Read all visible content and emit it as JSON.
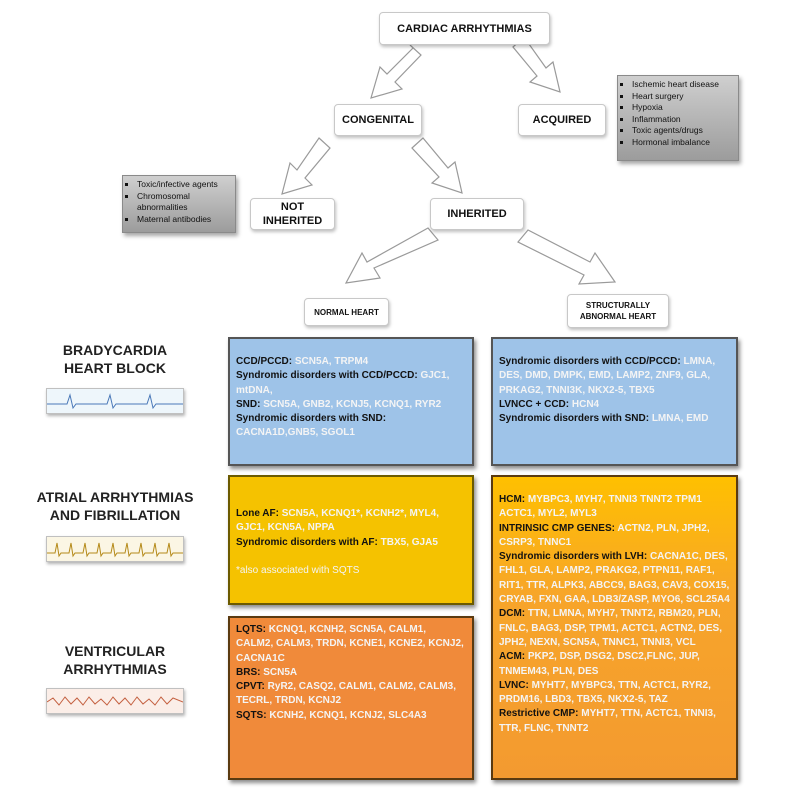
{
  "nodes": {
    "root": "CARDIAC ARRHYTHMIAS",
    "congenital": "CONGENITAL",
    "acquired": "ACQUIRED",
    "not_inherited_1": "NOT",
    "not_inherited_2": "INHERITED",
    "inherited": "INHERITED",
    "normal_heart": "NORMAL HEART",
    "abnormal_heart_1": "STRUCTURALLY",
    "abnormal_heart_2": "ABNORMAL HEART"
  },
  "acquired_causes": [
    "Ischemic heart disease",
    "Heart surgery",
    "Hypoxia",
    "Inflammation",
    "Toxic agents/drugs",
    "Hormonal imbalance"
  ],
  "not_inherited_causes": [
    "Toxic/infective agents",
    "Chromosomal abnormalities",
    "Maternal antibodies"
  ],
  "rows": {
    "brady_1": "BRADYCARDIA",
    "brady_2": "HEART BLOCK",
    "atrial_1": "ATRIAL ARRHYTHMIAS",
    "atrial_2": "AND FIBRILLATION",
    "vent_1": "VENTRICULAR",
    "vent_2": "ARRHYTHMIAS"
  },
  "panels": {
    "brady_normal": [
      {
        "label": "CCD/PCCD: ",
        "genes": "SCN5A, TRPM4"
      },
      {
        "label": "Syndromic disorders with CCD/PCCD: ",
        "genes": "GJC1, mtDNA,"
      },
      {
        "label": "SND: ",
        "genes": "SCN5A, GNB2, KCNJ5, KCNQ1, RYR2"
      },
      {
        "label": "Syndromic disorders with SND: ",
        "genes": "CACNA1D,GNB5, SGOL1"
      }
    ],
    "brady_abnormal": [
      {
        "label": "Syndromic disorders with CCD/PCCD: ",
        "genes": "LMNA, DES, DMD, DMPK, EMD, LAMP2, ZNF9, GLA, PRKAG2, TNNI3K, NKX2-5, TBX5"
      },
      {
        "label": "LVNCC + CCD: ",
        "genes": "HCN4"
      },
      {
        "label": "Syndromic disorders with SND: ",
        "genes": "LMNA, EMD"
      }
    ],
    "atrial_normal": [
      {
        "label": "Lone AF: ",
        "genes": "SCN5A, KCNQ1*, KCNH2*, MYL4, GJC1, KCN5A, NPPA"
      },
      {
        "label": "Syndromic disorders with AF: ",
        "genes": "TBX5, GJA5"
      }
    ],
    "atrial_note": "*also associated with SQTS",
    "vent_normal": [
      {
        "label": "LQTS: ",
        "genes": "KCNQ1, KCNH2, SCN5A, CALM1, CALM2, CALM3, TRDN, KCNE1, KCNE2, KCNJ2, CACNA1C"
      },
      {
        "label": "BRS: ",
        "genes": "SCN5A"
      },
      {
        "label": "CPVT: ",
        "genes": "RyR2, CASQ2, CALM1, CALM2, CALM3, TECRL, TRDN, KCNJ2"
      },
      {
        "label": "SQTS: ",
        "genes": "KCNH2, KCNQ1, KCNJ2, SLC4A3"
      }
    ],
    "abnormal_big": [
      {
        "label": "HCM: ",
        "genes": "MYBPC3, MYH7, TNNI3 TNNT2 TPM1 ACTC1, MYL2, MYL3"
      },
      {
        "label": "INTRINSIC CMP GENES: ",
        "genes": "ACTN2, PLN, JPH2, CSRP3, TNNC1"
      },
      {
        "label": "Syndromic disorders with LVH: ",
        "genes": "CACNA1C, DES, FHL1, GLA, LAMP2, PRAKG2, PTPN11, RAF1, RIT1, TTR, ALPK3, ABCC9, BAG3, CAV3, COX15, CRYAB, FXN, GAA, LDB3/ZASP, MYO6, SCL25A4"
      },
      {
        "label": "DCM: ",
        "genes": "TTN, LMNA, MYH7, TNNT2, RBM20, PLN, FNLC, BAG3, DSP, TPM1, ACTC1, ACTN2, DES, JPH2, NEXN, SCN5A, TNNC1, TNNI3, VCL"
      },
      {
        "label": "ACM: ",
        "genes": "PKP2, DSP, DSG2, DSC2,FLNC, JUP, TNMEM43, PLN, DES"
      },
      {
        "label": "LVNC: ",
        "genes": "MYHT7, MYBPC3, TTN, ACTC1, RYR2, PRDM16, LBD3, TBX5, NKX2-5, TAZ"
      },
      {
        "label": "Restrictive CMP: ",
        "genes": "MYHT7, TTN, ACTC1, TNNI3, TTR, FLNC, TNNT2"
      }
    ]
  },
  "colors": {
    "blue": "#9ec3e8",
    "yellow": "#f5c200",
    "orange": "#f08a3a",
    "gene_text": "#f4f4f4"
  }
}
